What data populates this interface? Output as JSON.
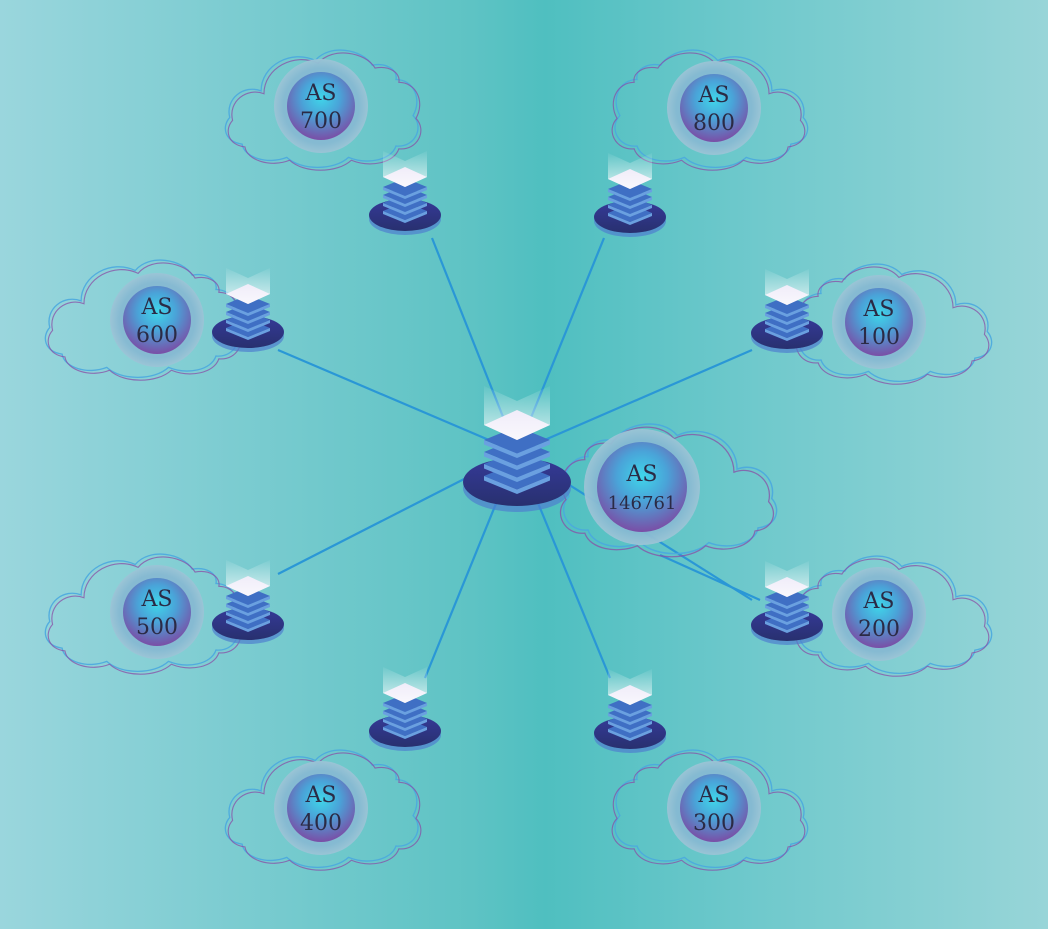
{
  "diagram": {
    "center": {
      "prefix": "AS",
      "number": "146761"
    },
    "peers": [
      {
        "prefix": "AS",
        "number": "700"
      },
      {
        "prefix": "AS",
        "number": "800"
      },
      {
        "prefix": "AS",
        "number": "600"
      },
      {
        "prefix": "AS",
        "number": "100"
      },
      {
        "prefix": "AS",
        "number": "500"
      },
      {
        "prefix": "AS",
        "number": "200"
      },
      {
        "prefix": "AS",
        "number": "400"
      },
      {
        "prefix": "AS",
        "number": "300"
      }
    ]
  },
  "colors": {
    "link": "#2a97d6",
    "cloud_outer": "#4aa8df",
    "cloud_inner": "#8a5aa6",
    "server_base": "#2f3590",
    "server_layer": "#4f7fcf",
    "server_top": "#e6e0f5",
    "badge_ring": "#7fb3c9",
    "badge_inner": "#7a5aa6",
    "badge_core": "#35c6e0",
    "label": "#2b2a45"
  }
}
